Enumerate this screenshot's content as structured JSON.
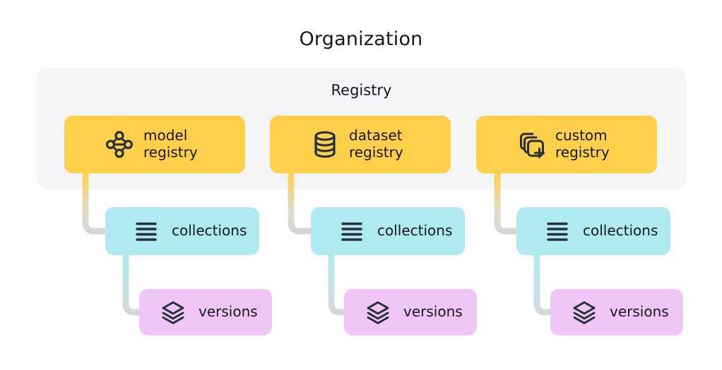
{
  "diagram": {
    "title": "Organization",
    "panel": {
      "title": "Registry",
      "background": "#f4f5f7"
    },
    "colors": {
      "registry_card": "#ffd04c",
      "collections_card": "#aeeaef",
      "versions_card": "#efc6f5",
      "panel_background": "#f4f5f7",
      "page_background": "#ffffff",
      "connector_gray": "#d4d7da",
      "icon_stroke": "#26303a",
      "text": "#16181d"
    },
    "columns": [
      {
        "registry": {
          "label": "model\nregistry",
          "icon": "node-graph-icon"
        },
        "collections": {
          "label": "collections",
          "icon": "list-lines-icon"
        },
        "versions": {
          "label": "versions",
          "icon": "stacked-layers-icon"
        }
      },
      {
        "registry": {
          "label": "dataset\nregistry",
          "icon": "database-cylinder-icon"
        },
        "collections": {
          "label": "collections",
          "icon": "list-lines-icon"
        },
        "versions": {
          "label": "versions",
          "icon": "stacked-layers-icon"
        }
      },
      {
        "registry": {
          "label": "custom\nregistry",
          "icon": "stacked-squares-plus-icon"
        },
        "collections": {
          "label": "collections",
          "icon": "list-lines-icon"
        },
        "versions": {
          "label": "versions",
          "icon": "stacked-layers-icon"
        }
      }
    ]
  }
}
